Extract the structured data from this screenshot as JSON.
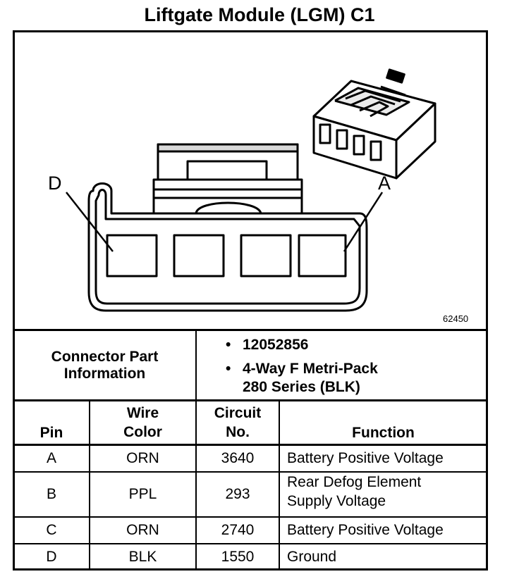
{
  "title": "Liftgate Module (LGM) C1",
  "diagram": {
    "pin_left_label": "D",
    "pin_right_label": "A",
    "figure_number": "62450"
  },
  "connector_info": {
    "label_line1": "Connector Part",
    "label_line2": "Information",
    "part_number": "12052856",
    "type_line1": "4-Way F Metri-Pack",
    "type_line2": "280 Series (BLK)"
  },
  "table": {
    "headers": {
      "pin": "Pin",
      "wire_color_line1": "Wire",
      "wire_color_line2": "Color",
      "circuit_line1": "Circuit",
      "circuit_line2": "No.",
      "function": "Function"
    },
    "rows": [
      {
        "pin": "A",
        "color": "ORN",
        "circuit": "3640",
        "function_line1": "Battery Positive Voltage",
        "function_line2": ""
      },
      {
        "pin": "B",
        "color": "PPL",
        "circuit": "293",
        "function_line1": "Rear Defog Element",
        "function_line2": "Supply Voltage"
      },
      {
        "pin": "C",
        "color": "ORN",
        "circuit": "2740",
        "function_line1": "Battery Positive Voltage",
        "function_line2": ""
      },
      {
        "pin": "D",
        "color": "BLK",
        "circuit": "1550",
        "function_line1": "Ground",
        "function_line2": ""
      }
    ]
  }
}
